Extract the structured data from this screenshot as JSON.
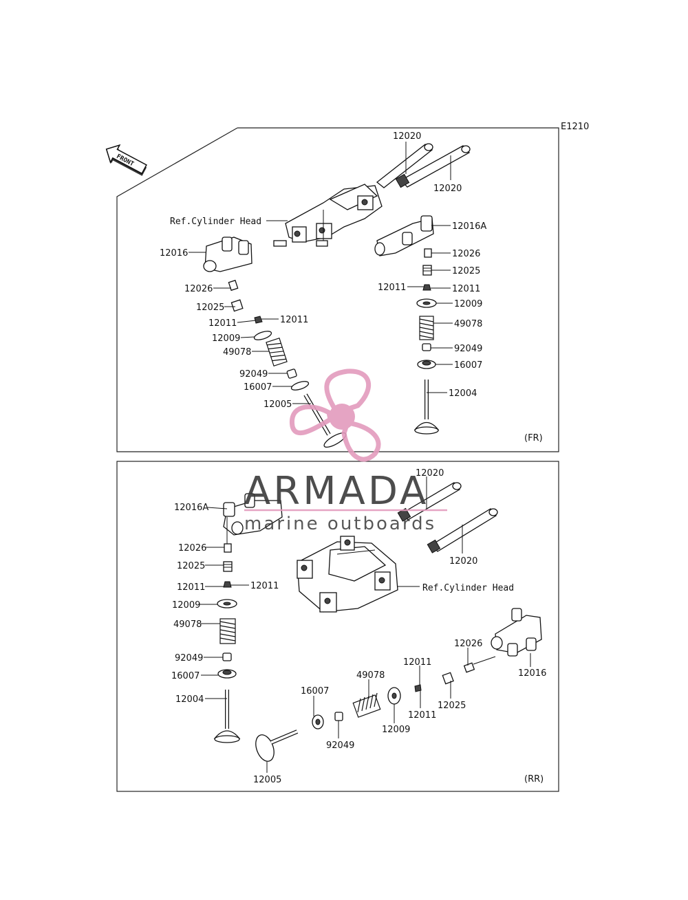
{
  "diagram_code": "E1210",
  "front_label": "FRONT",
  "panel_fr": {
    "tag": "(FR)",
    "labels": {
      "p12020a": "12020",
      "p12020b": "12020",
      "ref_head": "Ref.Cylinder Head",
      "p12016A": "12016A",
      "p12016": "12016",
      "r12026": "12026",
      "r12025": "12025",
      "r12011a": "12011",
      "r12011b": "12011",
      "r12009": "12009",
      "r49078": "49078",
      "r92049": "92049",
      "r16007": "16007",
      "r12004": "12004",
      "l12026": "12026",
      "l12025": "12025",
      "l12011a": "12011",
      "l12011b": "12011",
      "l12009": "12009",
      "l49078": "49078",
      "l92049": "92049",
      "l16007": "16007",
      "l12005": "12005"
    }
  },
  "panel_rr": {
    "tag": "(RR)",
    "labels": {
      "p12020a": "12020",
      "p12020b": "12020",
      "ref_head": "Ref.Cylinder Head",
      "p12016A": "12016A",
      "p12016": "12016",
      "l12026": "12026",
      "l12025": "12025",
      "l12011a": "12011",
      "l12011b": "12011",
      "l12009": "12009",
      "l49078": "49078",
      "l92049": "92049",
      "l16007": "16007",
      "l12004": "12004",
      "b12026": "12026",
      "b12025": "12025",
      "b12011a": "12011",
      "b12011b": "12011",
      "b12009": "12009",
      "b49078": "49078",
      "b92049": "92049",
      "b16007": "16007",
      "b12005": "12005"
    }
  },
  "watermark": {
    "brand": "ARMADA",
    "tagline": "marine outboards",
    "pink": "#e39bbd",
    "pink_light": "#f3cfe0",
    "gray": "#3a3a3a"
  }
}
